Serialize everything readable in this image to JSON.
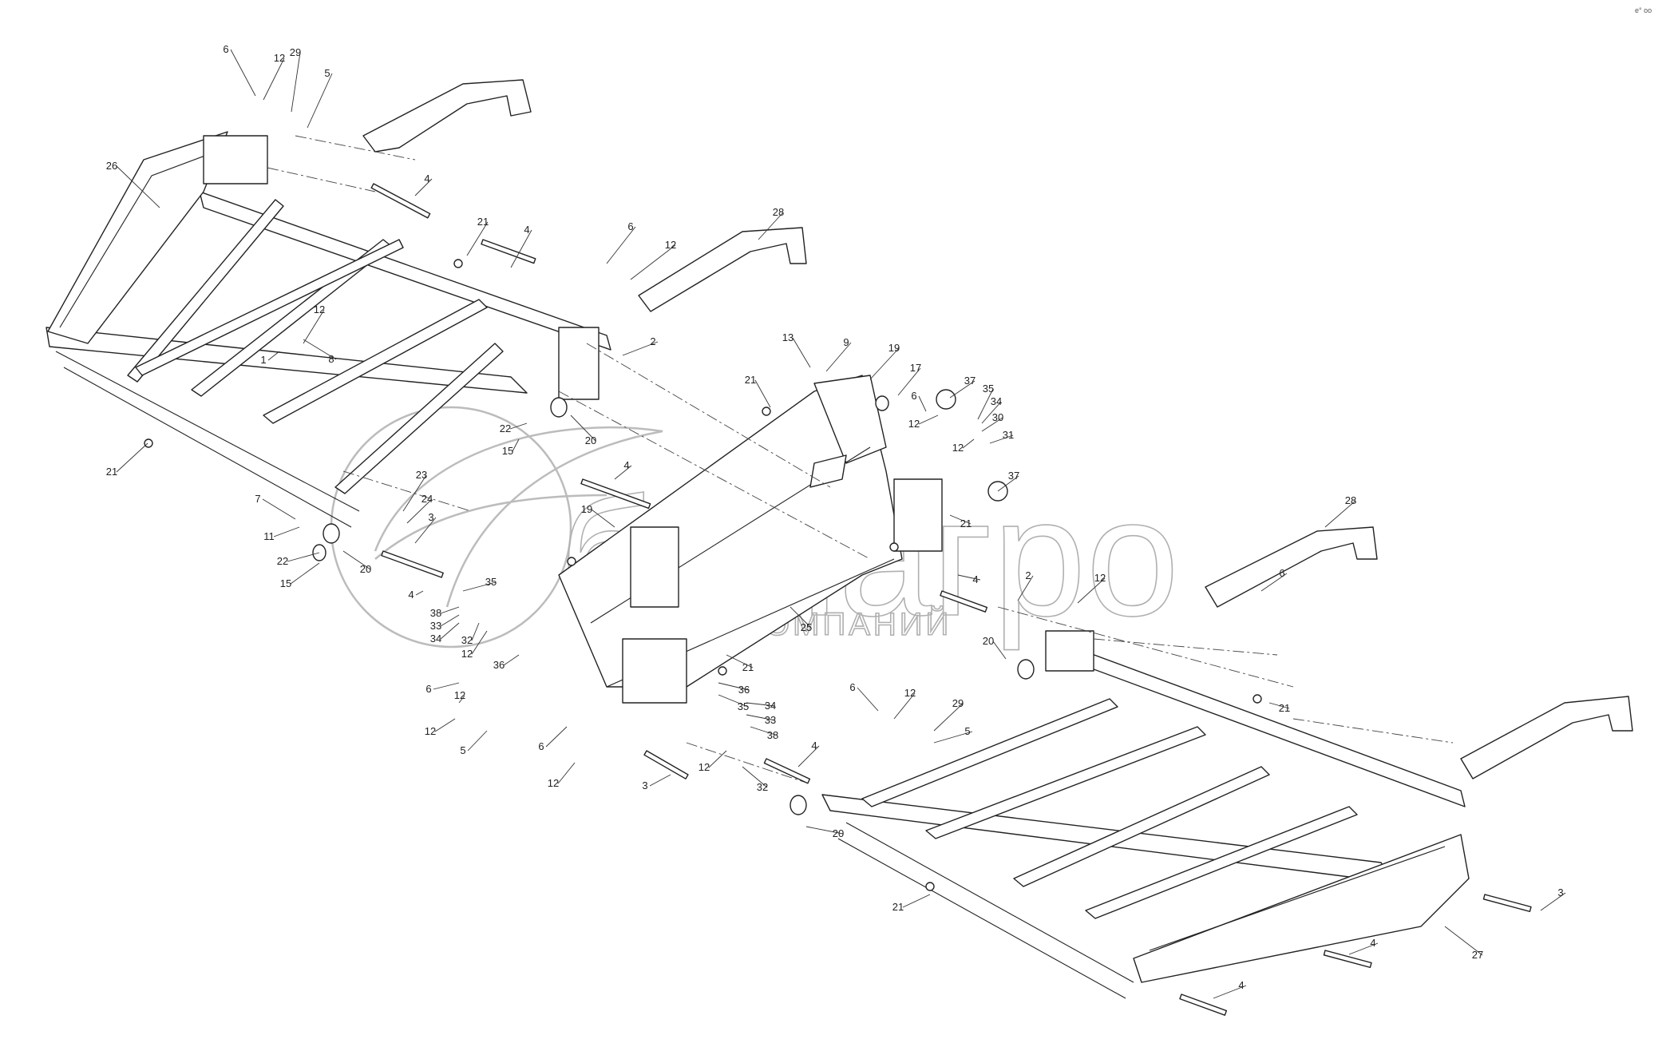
{
  "watermark": {
    "brand": "белагро",
    "tagline": "ГРУППА КОМПАНИЙ"
  },
  "corner_mark": "e° oo",
  "callouts": [
    {
      "n": "6"
    },
    {
      "n": "12"
    },
    {
      "n": "29"
    },
    {
      "n": "5"
    },
    {
      "n": "26"
    },
    {
      "n": "4"
    },
    {
      "n": "21"
    },
    {
      "n": "4"
    },
    {
      "n": "6"
    },
    {
      "n": "12"
    },
    {
      "n": "28"
    },
    {
      "n": "12"
    },
    {
      "n": "2"
    },
    {
      "n": "1"
    },
    {
      "n": "8"
    },
    {
      "n": "22"
    },
    {
      "n": "15"
    },
    {
      "n": "20"
    },
    {
      "n": "21"
    },
    {
      "n": "13"
    },
    {
      "n": "9"
    },
    {
      "n": "19"
    },
    {
      "n": "17"
    },
    {
      "n": "37"
    },
    {
      "n": "6"
    },
    {
      "n": "12"
    },
    {
      "n": "35"
    },
    {
      "n": "34"
    },
    {
      "n": "30"
    },
    {
      "n": "31"
    },
    {
      "n": "12"
    },
    {
      "n": "21"
    },
    {
      "n": "4"
    },
    {
      "n": "37"
    },
    {
      "n": "21"
    },
    {
      "n": "23"
    },
    {
      "n": "24"
    },
    {
      "n": "3"
    },
    {
      "n": "7"
    },
    {
      "n": "11"
    },
    {
      "n": "22"
    },
    {
      "n": "15"
    },
    {
      "n": "20"
    },
    {
      "n": "19"
    },
    {
      "n": "4"
    },
    {
      "n": "35"
    },
    {
      "n": "38"
    },
    {
      "n": "33"
    },
    {
      "n": "34"
    },
    {
      "n": "32"
    },
    {
      "n": "12"
    },
    {
      "n": "36"
    },
    {
      "n": "25"
    },
    {
      "n": "21"
    },
    {
      "n": "4"
    },
    {
      "n": "2"
    },
    {
      "n": "12"
    },
    {
      "n": "28"
    },
    {
      "n": "6"
    },
    {
      "n": "20"
    },
    {
      "n": "21"
    },
    {
      "n": "6"
    },
    {
      "n": "12"
    },
    {
      "n": "12"
    },
    {
      "n": "5"
    },
    {
      "n": "6"
    },
    {
      "n": "12"
    },
    {
      "n": "36"
    },
    {
      "n": "35"
    },
    {
      "n": "34"
    },
    {
      "n": "33"
    },
    {
      "n": "38"
    },
    {
      "n": "12"
    },
    {
      "n": "32"
    },
    {
      "n": "3"
    },
    {
      "n": "4"
    },
    {
      "n": "6"
    },
    {
      "n": "12"
    },
    {
      "n": "29"
    },
    {
      "n": "5"
    },
    {
      "n": "20"
    },
    {
      "n": "21"
    },
    {
      "n": "3"
    },
    {
      "n": "27"
    },
    {
      "n": "4"
    },
    {
      "n": "4"
    }
  ]
}
